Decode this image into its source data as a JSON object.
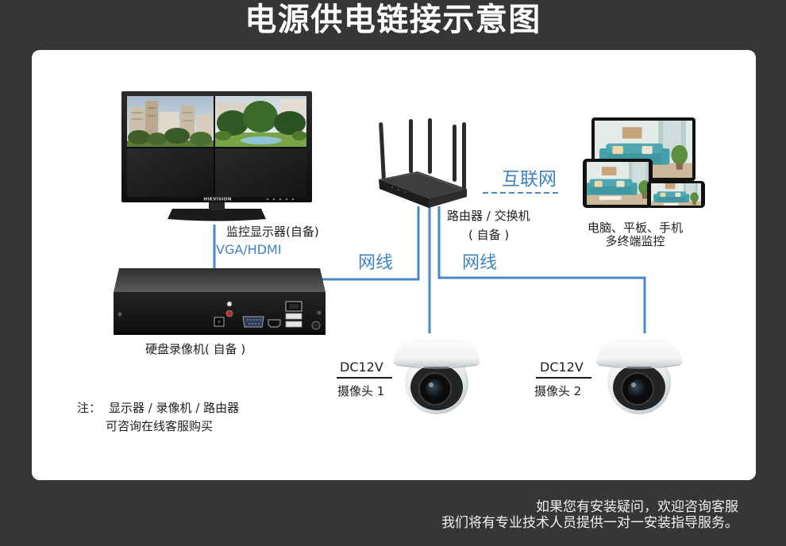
{
  "title": "电源供电链接示意图",
  "colors": {
    "page_background": "#363636",
    "panel_background": "#ffffff",
    "title_text": "#ffffff",
    "text": "#1e1e1e",
    "label_blue": "#3f82c4",
    "cable": "#4a89c8",
    "footer_text": "#f0f0f0"
  },
  "monitor": {
    "label": "监控显示器(自备)",
    "connection": "VGA/HDMI",
    "brand": "HIKVISION"
  },
  "router": {
    "label": "路由器 / 交换机",
    "note": "( 自备 )"
  },
  "internet": {
    "label": "互联网"
  },
  "terminals": {
    "label": "电脑、平板、手机",
    "sublabel": "多终端监控"
  },
  "nvr": {
    "label": "硬盘录像机( 自备 )"
  },
  "cables": {
    "left": "网线",
    "right": "网线"
  },
  "cameras": [
    {
      "power": "DC12V",
      "label": "摄像头 1"
    },
    {
      "power": "DC12V",
      "label": "摄像头 2"
    }
  ],
  "note": {
    "prefix": "注：",
    "line1": "显示器 / 录像机 / 路由器",
    "line2": "可咨询在线客服购买"
  },
  "footer": {
    "line1": "如果您有安装疑问，欢迎咨询客服",
    "line2": "我们将有专业技术人员提供一对一安装指导服务。"
  }
}
